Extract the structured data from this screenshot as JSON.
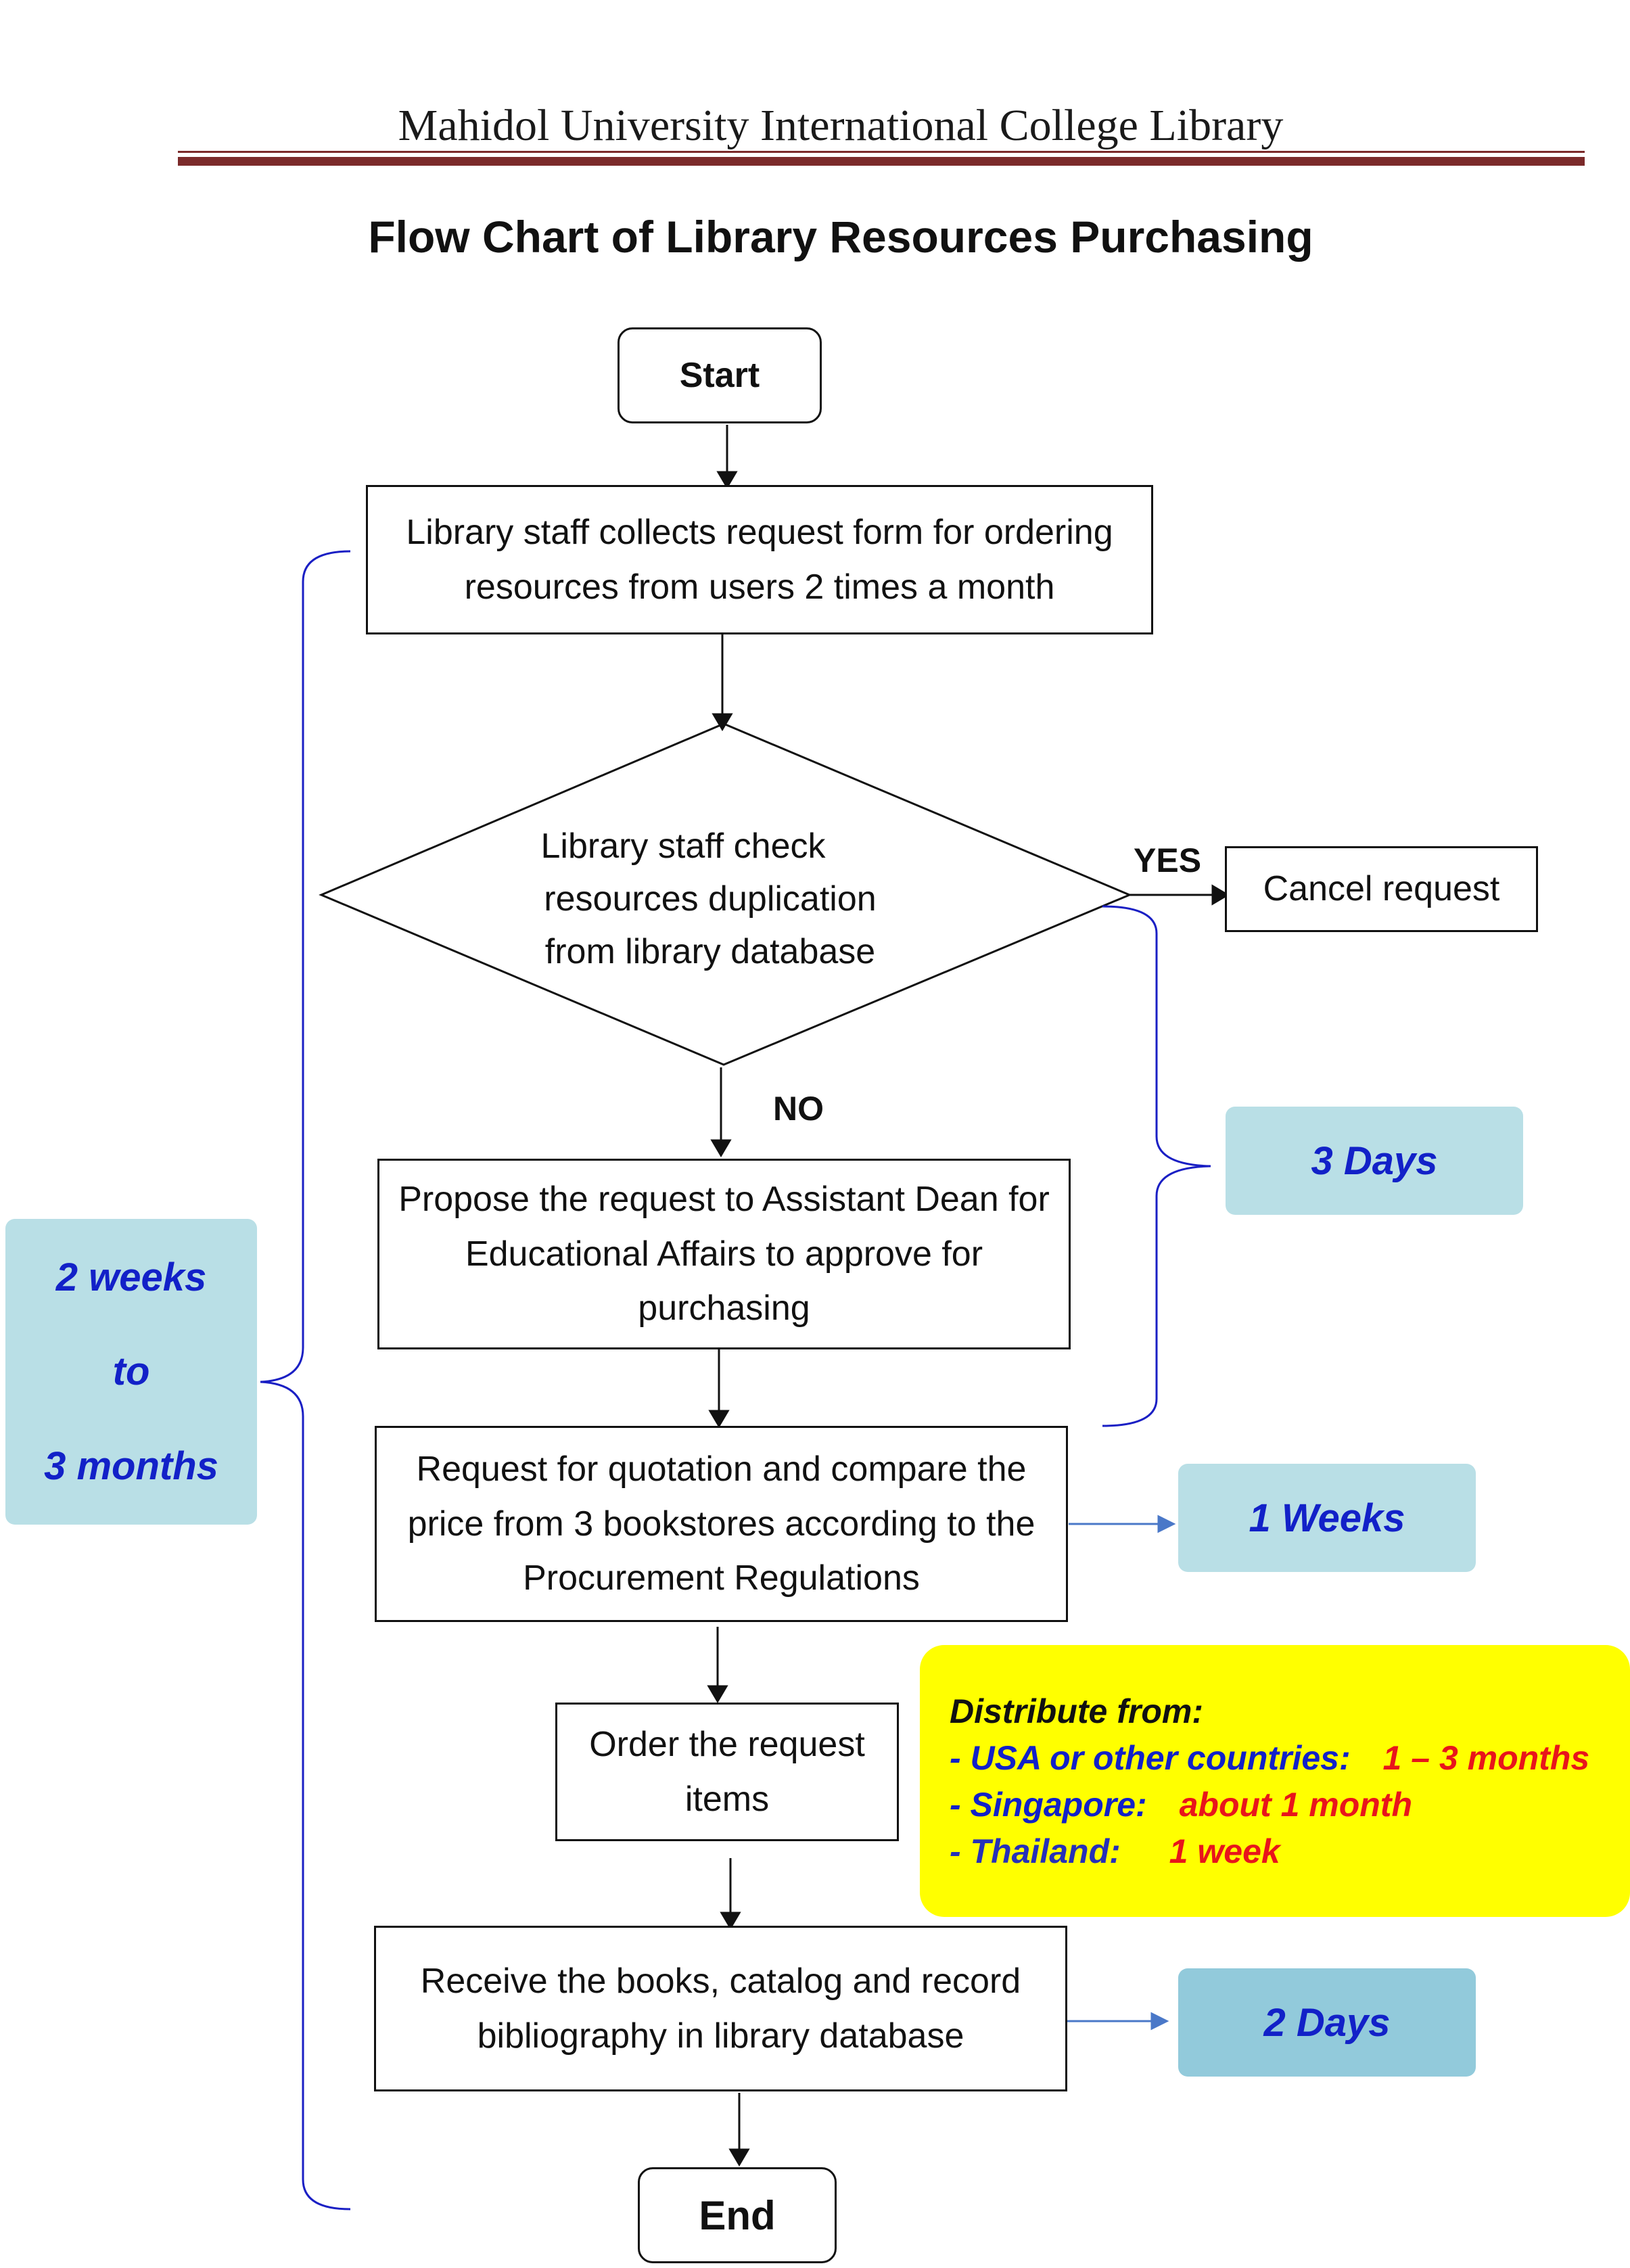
{
  "header": {
    "title": "Mahidol University International College Library"
  },
  "chart": {
    "title": "Flow Chart of Library Resources Purchasing"
  },
  "nodes": {
    "start": "Start",
    "collect_line1": "Library staff collects request form for ordering",
    "collect_line2": "resources from users 2 times a month",
    "check_line1": "Library staff check",
    "check_line2": "resources duplication",
    "check_line3": "from library database",
    "cancel": "Cancel request",
    "propose_line1": "Propose the request to Assistant Dean for",
    "propose_line2": "Educational Affairs to approve for",
    "propose_line3": "purchasing",
    "quote_line1": "Request for quotation and compare the",
    "quote_line2": "price from 3 bookstores according to the",
    "quote_line3": "Procurement Regulations",
    "order_line1": "Order the request",
    "order_line2": "items",
    "receive_line1": "Receive the books, catalog and record",
    "receive_line2": "bibliography in library database",
    "end": "End"
  },
  "labels": {
    "yes": "YES",
    "no": "NO"
  },
  "durations": {
    "total_line1": "2 weeks",
    "total_line2": "to",
    "total_line3": "3 months",
    "approval": "3 Days",
    "quotation": "1 Weeks",
    "processing": "2 Days"
  },
  "distribution": {
    "heading": "Distribute from:",
    "rows": [
      {
        "origin": "- USA or other countries:",
        "time": "1 – 3 months"
      },
      {
        "origin": "- Singapore:",
        "time": "about 1 month"
      },
      {
        "origin": "- Thailand:",
        "time": "1 week"
      }
    ]
  },
  "colors": {
    "callout": "#b9dfe6",
    "callout_dark": "#92cadb",
    "duration_text": "#1221c8",
    "distribution_bg": "#ffff00",
    "time_text": "#e8151b",
    "header_rule": "#7b2a2a",
    "bracket": "#1a1fc4",
    "info_arrow": "#4a78c8"
  }
}
